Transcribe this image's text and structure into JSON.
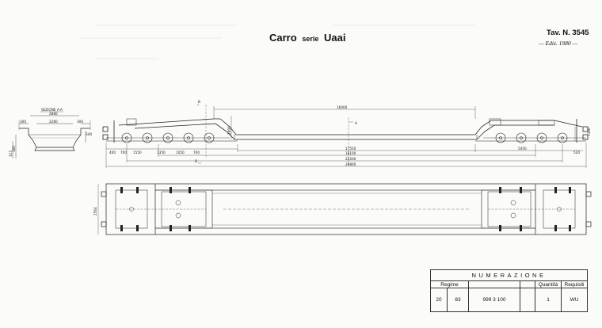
{
  "title": {
    "prefix": "Carro",
    "middle": "serie",
    "series": "Uaai"
  },
  "plate": {
    "tav": "Tav. N. 3545",
    "ediz": "— Ediz. 1980 —"
  },
  "section": {
    "label": "SEZIONE A-A",
    "dims": {
      "top_width": "2880",
      "inner_width": "2280",
      "left_step": "300",
      "right_step": "300",
      "left_side": "340",
      "height_a": "300",
      "height_b": "315"
    }
  },
  "side_view": {
    "cut_label_b": "B",
    "cut_label_a": "A",
    "overall_top": "16000",
    "deck_height": "2000",
    "right_height": "1300",
    "dims_row1": [
      "400",
      "700",
      "1550",
      "1350",
      "1050",
      "700"
    ],
    "dim_17550": "17550",
    "dim_5450": "5450",
    "dim_520": "520",
    "dim_18100": "18100",
    "dim_22200": "22200",
    "dim_29800": "29800"
  },
  "plan_view": {
    "width_dim": "2564"
  },
  "numerazione": {
    "header": "NUMERAZIONE",
    "col_regime": "Regime",
    "col_quantita": "Quantità",
    "col_requisiti": "Requisiti",
    "values": {
      "regime_a": "20",
      "regime_b": "83",
      "number": "999 3 100",
      "quantita": "1",
      "requisiti": "WU"
    }
  }
}
